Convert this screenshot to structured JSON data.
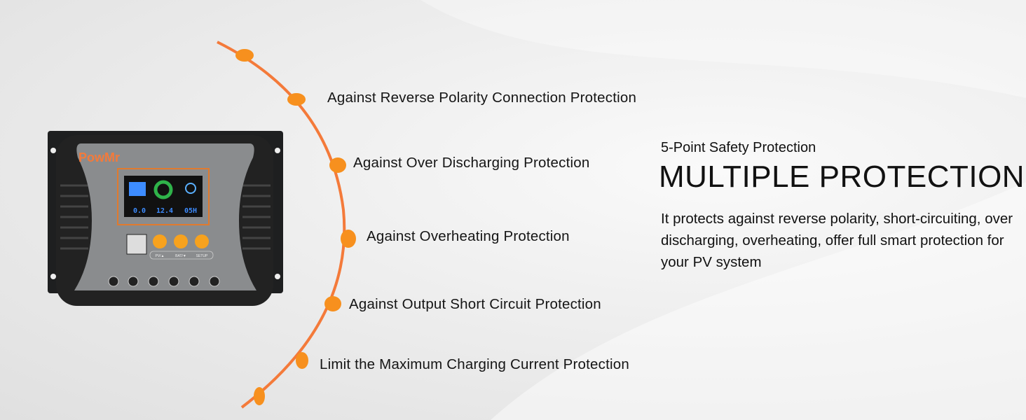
{
  "device": {
    "brand": "PowMr",
    "screen_readouts": [
      "0.0",
      "12.4",
      "05H"
    ],
    "button_labels": [
      "PV/▲",
      "BAT/▼",
      "SETUP"
    ]
  },
  "features": [
    "Against Reverse Polarity Connection Protection",
    "Against Over Discharging Protection",
    "Against Overheating Protection",
    "Against Output Short Circuit Protection",
    "Limit the Maximum Charging Current Protection"
  ],
  "right": {
    "subtitle": "5-Point Safety Protection",
    "headline": "MULTIPLE PROTECTIONS",
    "description": "It protects against reverse polarity, short-circuiting, over discharging, overheating,  offer full smart protection for your PV system"
  },
  "colors": {
    "accent": "#f47a3a",
    "dot": "#f7901e",
    "device_body": "#8a8c8e",
    "device_frame": "#1e1f20",
    "lcd_digits": "#3d8cff"
  }
}
